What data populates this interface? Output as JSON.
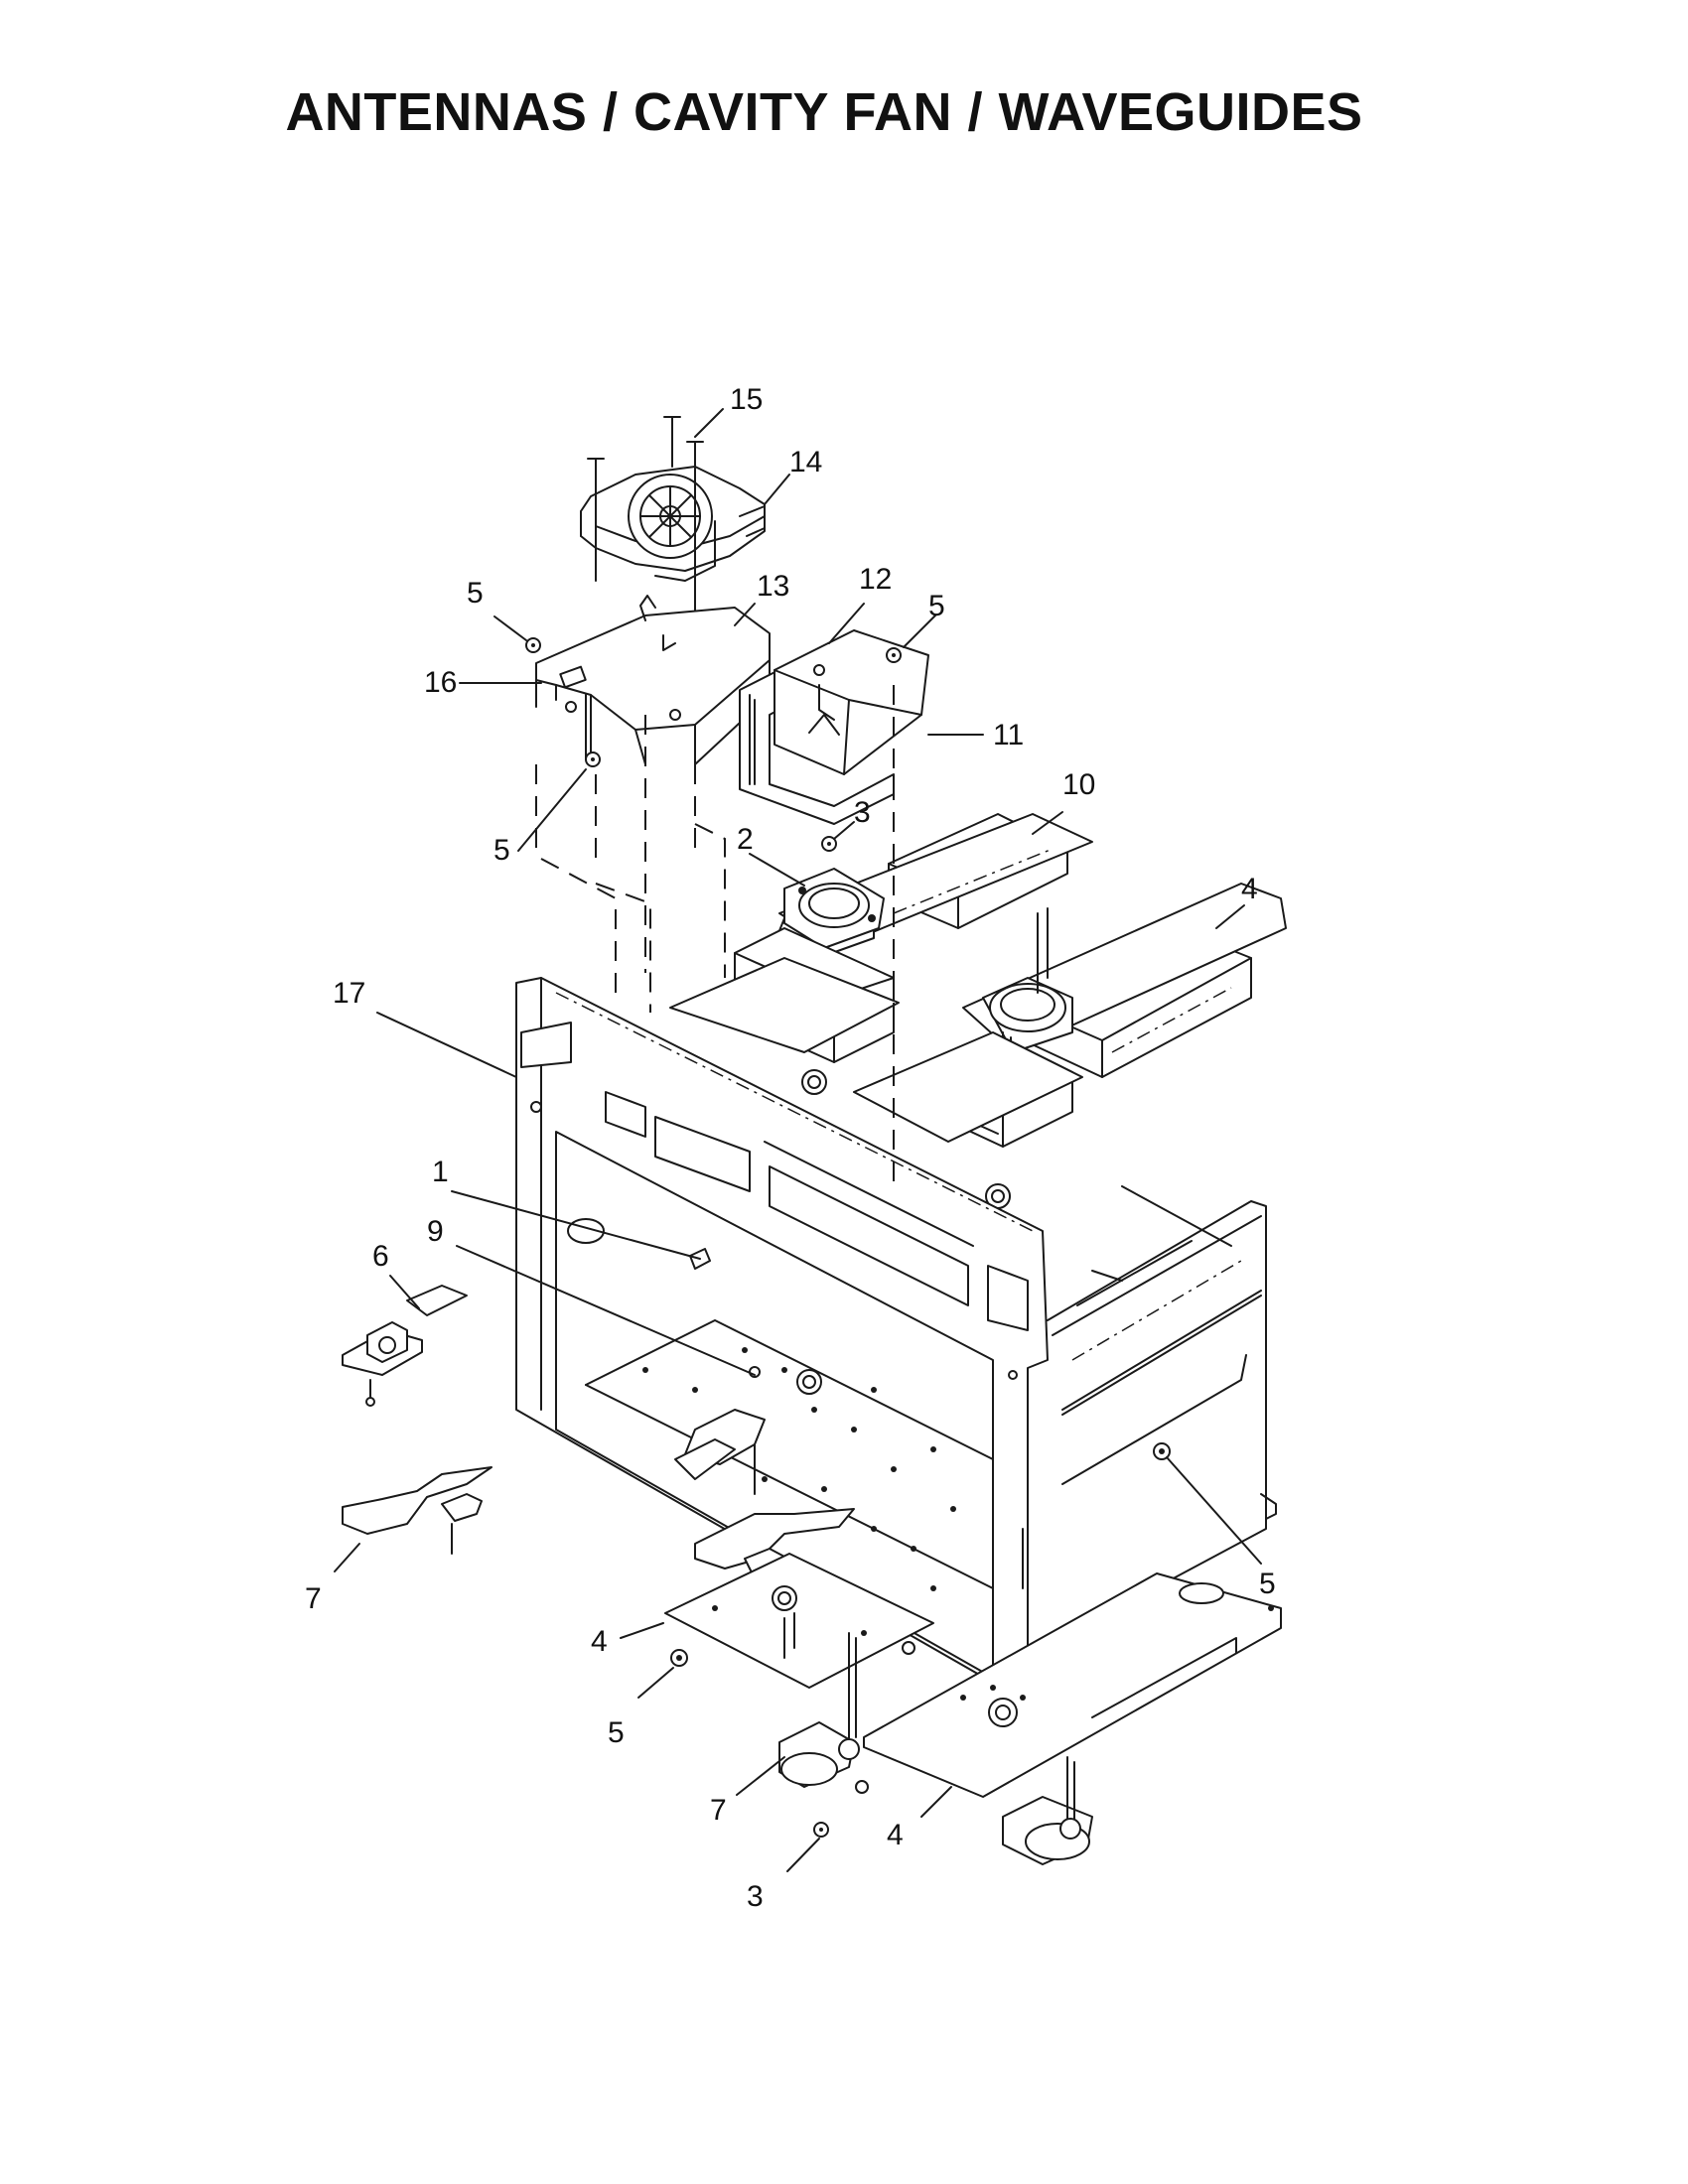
{
  "page": {
    "title": "ANTENNAS / CAVITY FAN / WAVEGUIDES"
  },
  "callouts": [
    {
      "label": "15"
    },
    {
      "label": "14"
    },
    {
      "label": "13"
    },
    {
      "label": "12"
    },
    {
      "label": "5"
    },
    {
      "label": "5"
    },
    {
      "label": "16"
    },
    {
      "label": "11"
    },
    {
      "label": "10"
    },
    {
      "label": "3"
    },
    {
      "label": "5"
    },
    {
      "label": "2"
    },
    {
      "label": "4"
    },
    {
      "label": "17"
    },
    {
      "label": "1"
    },
    {
      "label": "9"
    },
    {
      "label": "6"
    },
    {
      "label": "7"
    },
    {
      "label": "5"
    },
    {
      "label": "4"
    },
    {
      "label": "5"
    },
    {
      "label": "7"
    },
    {
      "label": "4"
    },
    {
      "label": "3"
    }
  ]
}
